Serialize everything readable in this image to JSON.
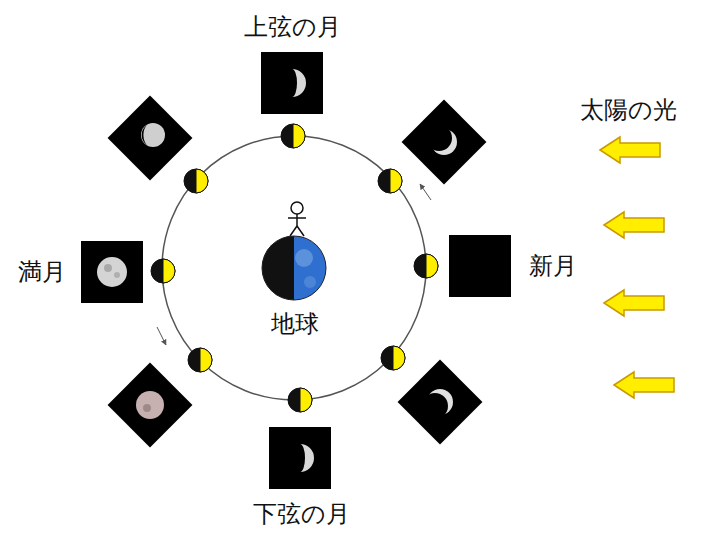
{
  "diagram": {
    "labels": [
      "上弦の月",
      "太陽の光",
      "満月",
      "新月",
      "地球",
      "下弦の月"
    ]
  }
}
